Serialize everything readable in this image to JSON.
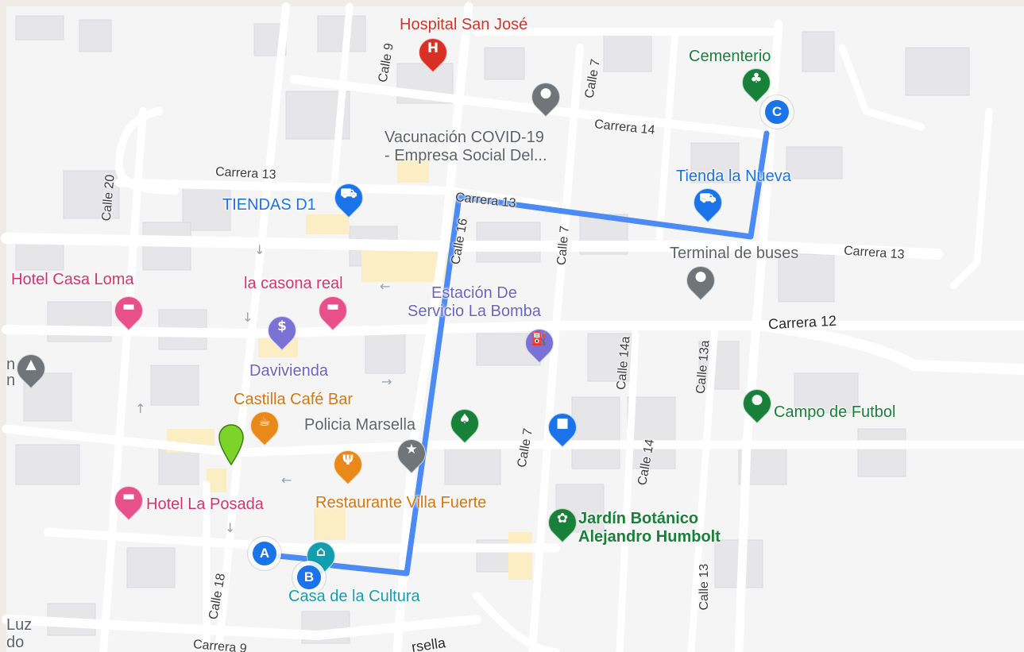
{
  "map": {
    "route_color": "#4c8bf5",
    "pois": [
      {
        "id": "hospital",
        "name": "Hospital San José",
        "color": "#d93025",
        "icon": "hospital-icon"
      },
      {
        "id": "cementerio",
        "name": "Cementerio",
        "color": "#188038",
        "icon": "cemetery-icon"
      },
      {
        "id": "vacunacion",
        "name": "Vacunación COVID-19\n- Empresa Social Del...",
        "color": "#5f6368",
        "icon": "place-icon"
      },
      {
        "id": "tienda_nueva",
        "name": "Tienda la Nueva",
        "color": "#1a73e8",
        "icon": "cart-icon"
      },
      {
        "id": "tiendas_d1",
        "name": "TIENDAS D1",
        "color": "#1a73e8",
        "icon": "cart-icon"
      },
      {
        "id": "terminal",
        "name": "Terminal de buses",
        "color": "#5f6368",
        "icon": "place-icon"
      },
      {
        "id": "hotel_casa_loma",
        "name": "Hotel Casa Loma",
        "color": "#d6336c",
        "icon": "hotel-icon"
      },
      {
        "id": "casona_real",
        "name": "la casona real",
        "color": "#d6336c",
        "icon": "hotel-icon"
      },
      {
        "id": "estacion",
        "name": "Estación De\nServicio La Bomba",
        "color": "#6b63c6",
        "icon": "gas-station-icon"
      },
      {
        "id": "davivienda",
        "name": "Davivienda",
        "color": "#6b63c6",
        "icon": "bank-icon"
      },
      {
        "id": "castilla",
        "name": "Castilla Café Bar",
        "color": "#d9730d",
        "icon": "cafe-icon"
      },
      {
        "id": "policia",
        "name": "Policia Marsella",
        "color": "#5f6368",
        "icon": "police-icon"
      },
      {
        "id": "campo_futbol",
        "name": "Campo de Futbol",
        "color": "#188038",
        "icon": "place-icon"
      },
      {
        "id": "hotel_posada",
        "name": "Hotel La Posada",
        "color": "#d6336c",
        "icon": "hotel-icon"
      },
      {
        "id": "restaurante",
        "name": "Restaurante Villa Fuerte",
        "color": "#d9730d",
        "icon": "restaurant-icon"
      },
      {
        "id": "jardin",
        "name": "Jardín Botánico\nAlejandro Humbolt",
        "color": "#188038",
        "icon": "flower-icon"
      },
      {
        "id": "casa_cultura",
        "name": "Casa de la Cultura",
        "color": "#129eaf",
        "icon": "museum-icon"
      },
      {
        "id": "shop",
        "name": "",
        "color": "#1a73e8",
        "icon": "shopping-bag-icon"
      },
      {
        "id": "tree",
        "name": "",
        "color": "#188038",
        "icon": "tree-icon"
      },
      {
        "id": "school",
        "name": "",
        "color": "#5f6368",
        "icon": "school-icon"
      }
    ],
    "streets": [
      {
        "id": "calle9",
        "name": "Calle 9"
      },
      {
        "id": "calle7_top",
        "name": "Calle 7"
      },
      {
        "id": "carrera14",
        "name": "Carrera 14"
      },
      {
        "id": "carrera13_left",
        "name": "Carrera 13"
      },
      {
        "id": "carrera13_mid",
        "name": "Carrera 13"
      },
      {
        "id": "carrera13_right",
        "name": "Carrera 13"
      },
      {
        "id": "calle20",
        "name": "Calle 20"
      },
      {
        "id": "calle16",
        "name": "Calle 16"
      },
      {
        "id": "calle7_mid",
        "name": "Calle 7"
      },
      {
        "id": "carrera12",
        "name": "Carrera 12"
      },
      {
        "id": "calle14a",
        "name": "Calle 14a"
      },
      {
        "id": "calle13a",
        "name": "Calle 13a"
      },
      {
        "id": "calle7_low",
        "name": "Calle 7"
      },
      {
        "id": "calle14",
        "name": "Calle 14"
      },
      {
        "id": "calle18",
        "name": "Calle 18"
      },
      {
        "id": "calle13",
        "name": "Calle 13"
      },
      {
        "id": "carrera9",
        "name": "Carrera 9"
      },
      {
        "id": "marsella",
        "name": "rsella"
      }
    ],
    "edge_labels": [
      "n",
      "n",
      "Luz",
      "do"
    ],
    "waypoints": [
      {
        "id": "a",
        "label": "A"
      },
      {
        "id": "b",
        "label": "B"
      },
      {
        "id": "c",
        "label": "C"
      }
    ]
  }
}
